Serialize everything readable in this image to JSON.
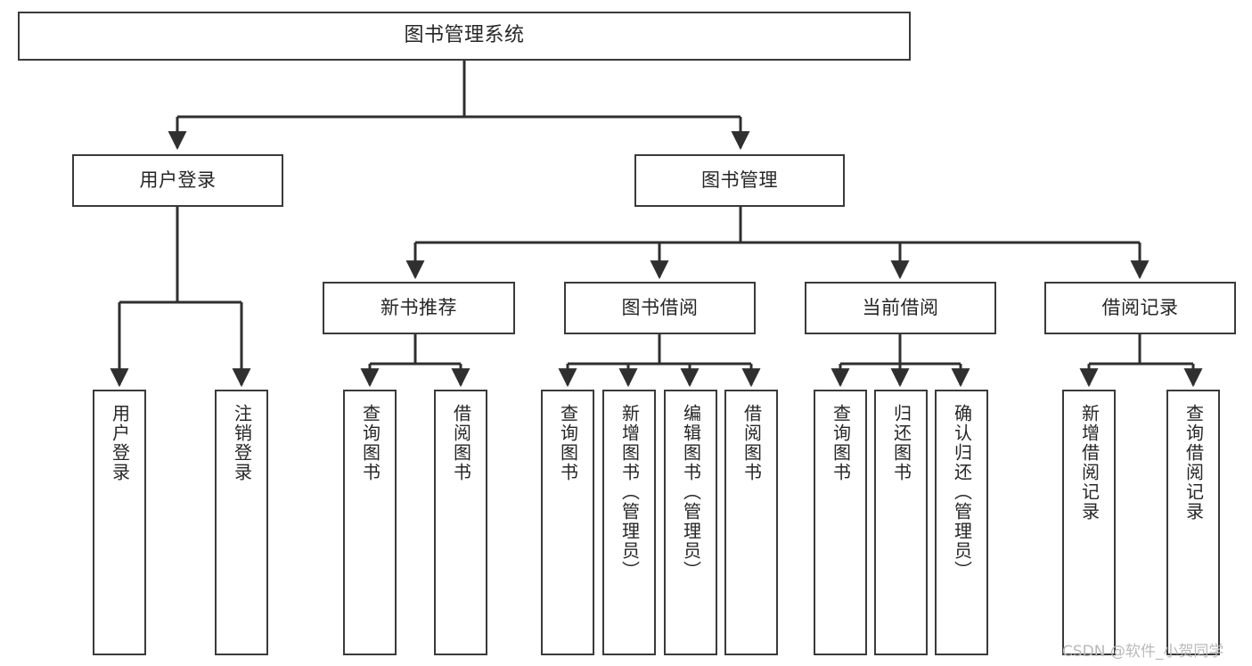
{
  "diagram": {
    "title": "图书管理系统",
    "type": "tree",
    "colors": {
      "background": "#ffffff",
      "node_border": "#3a3a3a",
      "node_fill": "#ffffff",
      "text": "#262626",
      "connector": "#2f2f2f",
      "watermark": "#b9b9b9"
    }
  },
  "watermark": {
    "text": "CSDN @软件_小贺同学"
  },
  "nodes": {
    "root": {
      "label": "图书管理系统"
    },
    "level2": [
      {
        "label": "用户登录"
      },
      {
        "label": "图书管理"
      }
    ],
    "level3": [
      {
        "label": "新书推荐"
      },
      {
        "label": "图书借阅"
      },
      {
        "label": "当前借阅"
      },
      {
        "label": "借阅记录"
      }
    ],
    "leaves": {
      "user_login": [
        {
          "label": "用户登录"
        },
        {
          "label": "注销登录"
        }
      ],
      "new_book_recommend": [
        {
          "label": "查询图书"
        },
        {
          "label": "借阅图书"
        }
      ],
      "book_borrow": [
        {
          "label": "查询图书"
        },
        {
          "label": "新增图书（管理员）"
        },
        {
          "label": "编辑图书（管理员）"
        },
        {
          "label": "借阅图书"
        }
      ],
      "current_borrow": [
        {
          "label": "查询图书"
        },
        {
          "label": "归还图书"
        },
        {
          "label": "确认归还（管理员）"
        }
      ],
      "borrow_record": [
        {
          "label": "新增借阅记录"
        },
        {
          "label": "查询借阅记录"
        }
      ]
    }
  }
}
